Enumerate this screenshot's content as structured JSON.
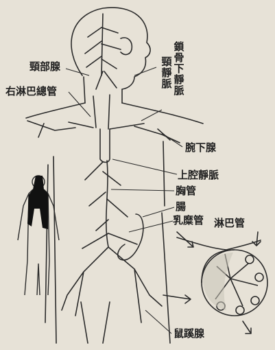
{
  "labels": {
    "cervical_gland": "頸部腺",
    "right_lymph_duct": "右淋巴總管",
    "subclavian_vein": "鎖骨下靜脈",
    "jugular_vein": "頸靜脈",
    "axillary_gland": "腕下腺",
    "superior_vena_cava": "上腔靜脈",
    "thoracic_duct": "胸管",
    "intestine": "腸",
    "lacteal": "乳糜管",
    "lymphatic_vessel": "淋巴管",
    "inguinal_gland": "鼠蹊腺"
  },
  "colors": {
    "paper": "#e7e2d7",
    "ink": "#1f1f1f",
    "highlight": "#111111"
  }
}
